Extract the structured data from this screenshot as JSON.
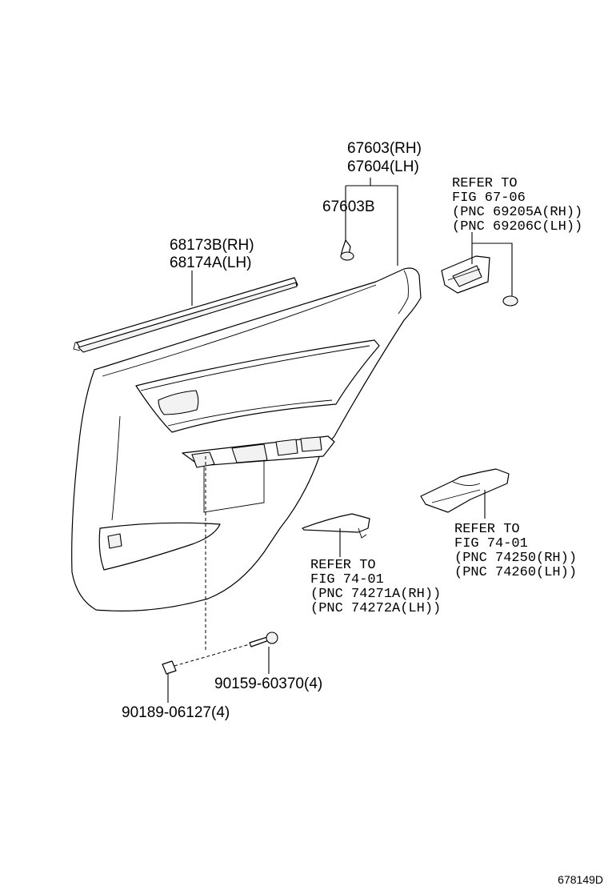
{
  "callouts": {
    "door_trim": [
      "67603(RH)",
      "67604(LH)"
    ],
    "clip": "67603B",
    "weatherstrip": [
      "68173B(RH)",
      "68174A(LH)"
    ],
    "inside_handle_ref": [
      "REFER TO",
      "FIG 67-06",
      "(PNC 69205A(RH))",
      "(PNC 69206C(LH))"
    ],
    "armrest_ref": [
      "REFER TO",
      "FIG 74-01",
      "(PNC 74250(RH))",
      "(PNC 74260(LH))"
    ],
    "small_cover_ref": [
      "REFER TO",
      "FIG 74-01",
      "(PNC 74271A(RH))",
      "(PNC 74272A(LH))"
    ],
    "screw": "90159-60370(4)",
    "nut": "90189-06127(4)"
  },
  "figure_id": "678149D"
}
